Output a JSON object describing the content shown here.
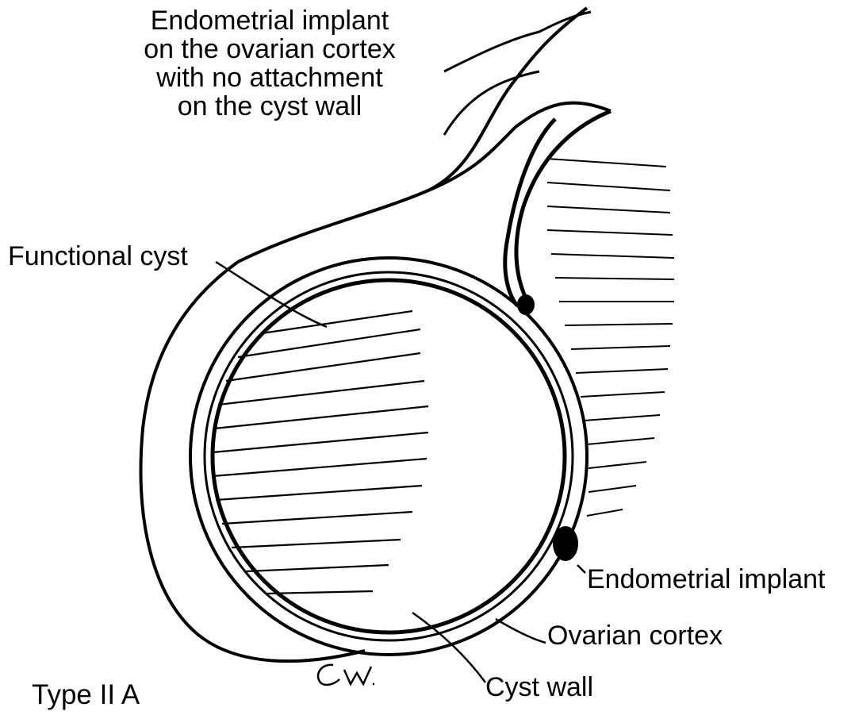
{
  "caption": {
    "line1": "Endometrial implant",
    "line2": "on the ovarian cortex",
    "line3": "with no attachment",
    "line4": "on the cyst wall"
  },
  "labels": {
    "functional_cyst": "Functional cyst",
    "endometrial_implant": "Endometrial implant",
    "ovarian_cortex": "Ovarian cortex",
    "cyst_wall": "Cyst wall",
    "type": "Type II A"
  },
  "signature": "C.W.",
  "colors": {
    "ink": "#000000",
    "paper": "#ffffff"
  }
}
